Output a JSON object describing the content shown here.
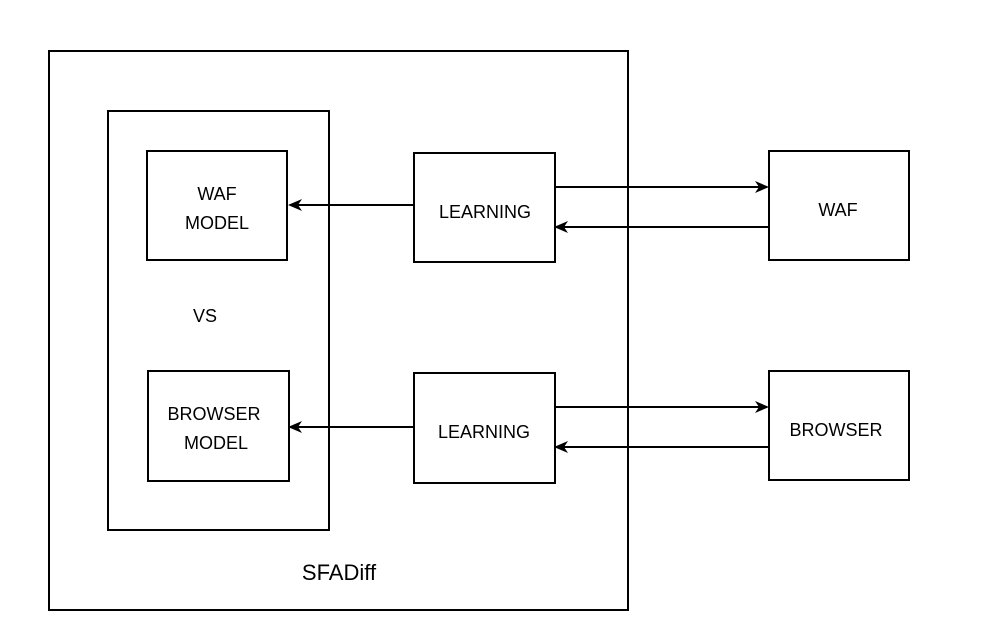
{
  "diagram": {
    "containers": {
      "outer": {
        "label": "SFADiff"
      },
      "inner": {
        "label": "VS"
      }
    },
    "nodes": {
      "waf_model": {
        "line1": "WAF",
        "line2": "MODEL"
      },
      "browser_model": {
        "line1": "BROWSER",
        "line2": "MODEL"
      },
      "learning_waf": {
        "label": "LEARNING"
      },
      "learning_browser": {
        "label": "LEARNING"
      },
      "waf": {
        "label": "WAF"
      },
      "browser": {
        "label": "BROWSER"
      }
    },
    "edges": [
      {
        "from": "learning_waf",
        "to": "waf_model"
      },
      {
        "from": "learning_waf",
        "to": "waf"
      },
      {
        "from": "waf",
        "to": "learning_waf"
      },
      {
        "from": "learning_browser",
        "to": "browser_model"
      },
      {
        "from": "learning_browser",
        "to": "browser"
      },
      {
        "from": "browser",
        "to": "learning_browser"
      }
    ],
    "colors": {
      "stroke": "#000000",
      "background": "#ffffff"
    }
  }
}
